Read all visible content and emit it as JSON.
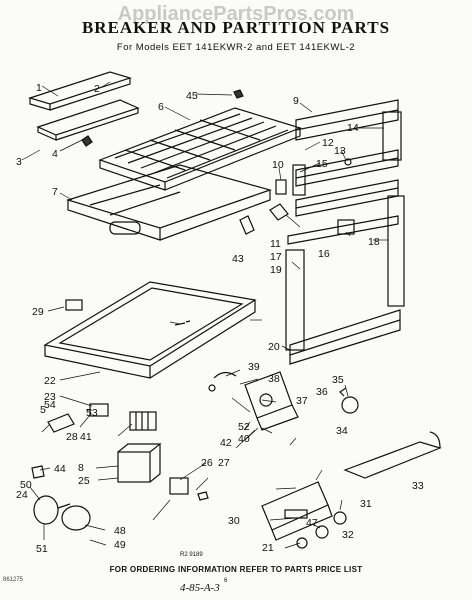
{
  "watermark": "AppliancePartsPros.com",
  "title": "BREAKER AND PARTITION PARTS",
  "subtitle": "For Models EET 141EKWR-2 and EET 141EKWL-2",
  "ref_code": "R2 9189",
  "footer": "FOR ORDERING INFORMATION REFER TO PARTS PRICE LIST",
  "page_number": "6",
  "doc_code": "861275",
  "stamp": "4-85-A-3",
  "callouts": [
    "1",
    "2",
    "3",
    "4",
    "5",
    "6",
    "7",
    "8",
    "9",
    "10",
    "11",
    "12",
    "13",
    "14",
    "15",
    "16",
    "17",
    "18",
    "19",
    "20",
    "21",
    "22",
    "23",
    "24",
    "25",
    "26",
    "27",
    "28",
    "29",
    "30",
    "31",
    "32",
    "33",
    "34",
    "35",
    "36",
    "37",
    "38",
    "39",
    "40",
    "41",
    "42",
    "43",
    "44",
    "45",
    "47",
    "48",
    "49",
    "50",
    "51",
    "52",
    "53",
    "54"
  ]
}
